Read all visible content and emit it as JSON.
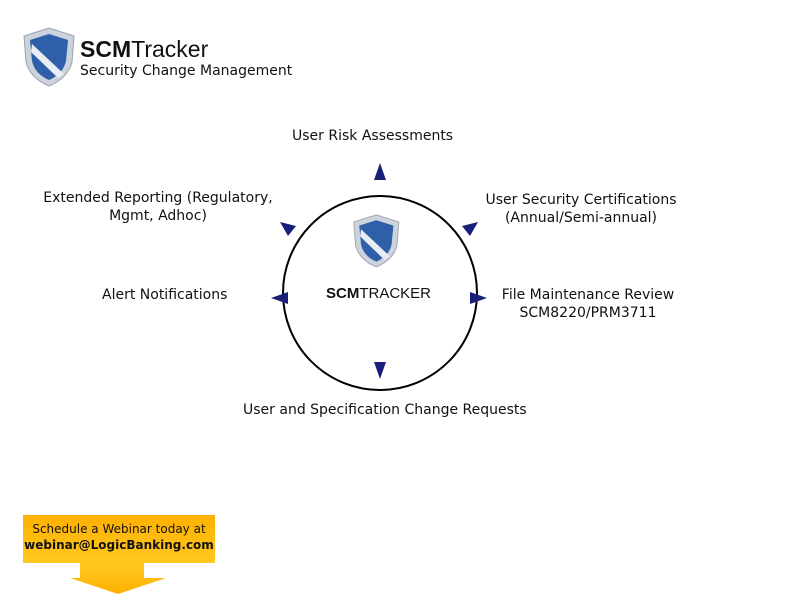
{
  "header": {
    "brand_bold": "SCM",
    "brand_rest": "Tracker",
    "subtitle": "Security Change Management"
  },
  "center": {
    "brand_bold": "SCM",
    "brand_rest": "TRACKER"
  },
  "features": {
    "top": "User Risk Assessments",
    "top_right_1": "User Security Certifications",
    "top_right_2": "(Annual/Semi-annual)",
    "right_1": "File Maintenance  Review",
    "right_2": "SCM8220/PRM3711",
    "bottom": "User and Specification Change Requests",
    "left": "Alert Notifications",
    "top_left_1": "Extended Reporting (Regulatory,",
    "top_left_2": "Mgmt,  Adhoc)"
  },
  "cta": {
    "line1": "Schedule a Webinar today at",
    "email": "webinar@LogicBanking.com"
  },
  "colors": {
    "accent": "#ffb000",
    "triangle": "#1a1f7a",
    "shield": "#2f5fa8"
  }
}
